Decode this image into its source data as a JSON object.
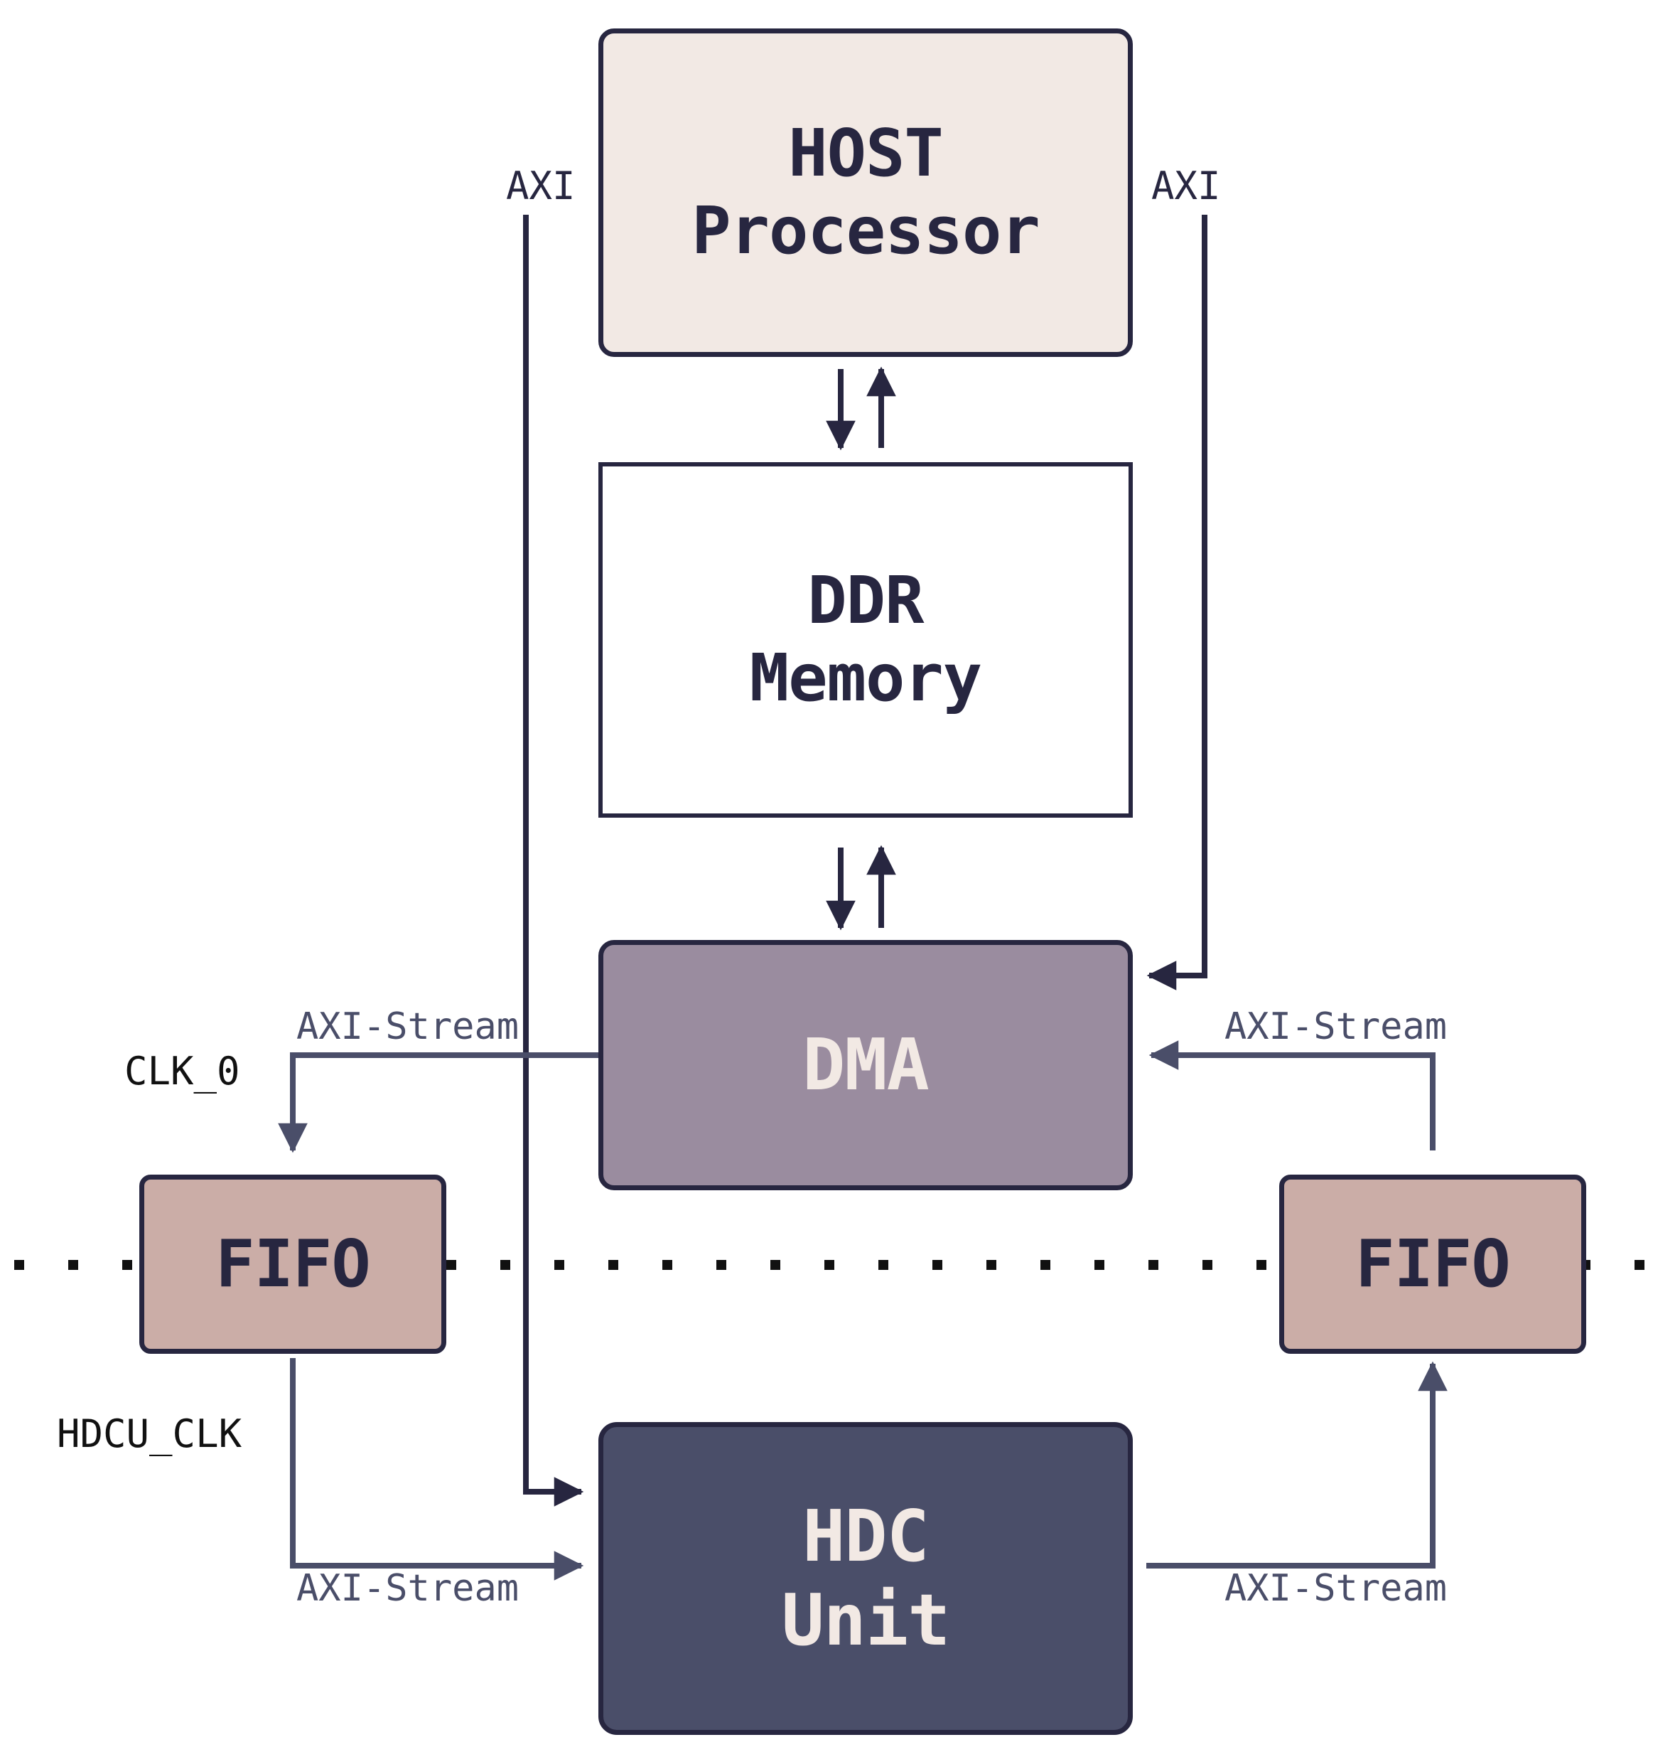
{
  "diagram": {
    "title": "HDC accelerator system block diagram",
    "background": "#ffffff",
    "colors": {
      "ink": "#272640",
      "slate": "#4A4E69",
      "cream": "#F2E9E4",
      "mauve": "#9A8C9F",
      "rose": "#CBADA7",
      "white": "#ffffff",
      "black": "#111111"
    }
  },
  "nodes": {
    "host_processor": {
      "line1": "HOST",
      "line2": "Processor",
      "fill": "#F2E9E4",
      "text_color": "#272640"
    },
    "ddr_memory": {
      "line1": "DDR",
      "line2": "Memory",
      "fill": "#ffffff",
      "text_color": "#272640"
    },
    "dma": {
      "line1": "DMA",
      "line2": "",
      "fill": "#9A8C9F",
      "text_color": "#F2E9E4"
    },
    "hdc_unit": {
      "line1": "HDC",
      "line2": "Unit",
      "fill": "#4A4E69",
      "text_color": "#F2E9E4"
    },
    "fifo_left": {
      "line1": "FIFO",
      "line2": "",
      "fill": "#CBADA7",
      "text_color": "#272640"
    },
    "fifo_right": {
      "line1": "FIFO",
      "line2": "",
      "fill": "#CBADA7",
      "text_color": "#272640"
    }
  },
  "edge_labels": {
    "axi_left": "AXI",
    "axi_right": "AXI",
    "clk_0": "CLK_0",
    "hdcu_clk": "HDCU_CLK",
    "axi_stream_dma_left": "AXI-Stream",
    "axi_stream_dma_right": "AXI-Stream",
    "axi_stream_hdc_left": "AXI-Stream",
    "axi_stream_hdc_right": "AXI-Stream"
  },
  "connections": [
    {
      "from": "host_processor",
      "to": "hdc_unit",
      "label": "AXI",
      "style": "solid",
      "color": "#272640",
      "direction": "forward"
    },
    {
      "from": "host_processor",
      "to": "dma",
      "label": "AXI",
      "style": "solid",
      "color": "#272640",
      "direction": "forward"
    },
    {
      "from": "host_processor",
      "to": "ddr_memory",
      "label": "",
      "style": "solid",
      "color": "#272640",
      "direction": "bidirectional"
    },
    {
      "from": "ddr_memory",
      "to": "dma",
      "label": "",
      "style": "solid",
      "color": "#272640",
      "direction": "bidirectional"
    },
    {
      "from": "dma",
      "to": "fifo_left",
      "label": "AXI-Stream",
      "style": "solid",
      "color": "#4A4E69",
      "direction": "forward"
    },
    {
      "from": "fifo_right",
      "to": "dma",
      "label": "AXI-Stream",
      "style": "solid",
      "color": "#4A4E69",
      "direction": "forward"
    },
    {
      "from": "fifo_left",
      "to": "hdc_unit",
      "label": "AXI-Stream",
      "style": "solid",
      "color": "#4A4E69",
      "direction": "forward"
    },
    {
      "from": "hdc_unit",
      "to": "fifo_right",
      "label": "AXI-Stream",
      "style": "solid",
      "color": "#4A4E69",
      "direction": "forward"
    }
  ],
  "clock_domain_divider": {
    "style": "dotted",
    "color": "#111111",
    "orientation": "horizontal"
  }
}
